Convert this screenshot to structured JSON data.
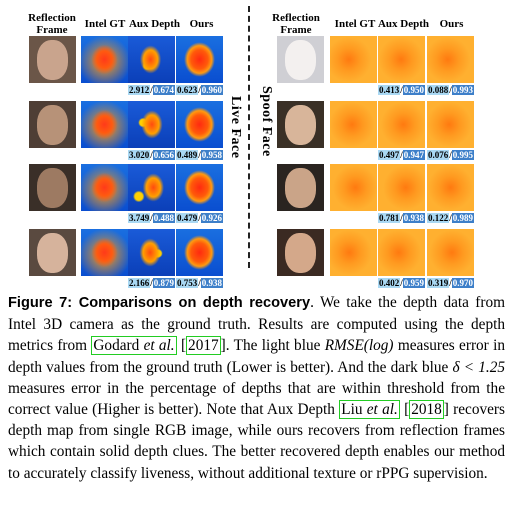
{
  "headers": {
    "reflection": "Reflection Frame",
    "intel": "Intel GT",
    "aux": "Aux Depth",
    "ours": "Ours"
  },
  "side_labels": {
    "live": "Live Face",
    "spoof": "Spoof Face"
  },
  "live_rows": [
    {
      "aux_rmse": "2.912",
      "aux_delta": "0.674",
      "ours_rmse": "0.623",
      "ours_delta": "0.960"
    },
    {
      "aux_rmse": "3.020",
      "aux_delta": "0.656",
      "ours_rmse": "0.489",
      "ours_delta": "0.958"
    },
    {
      "aux_rmse": "3.749",
      "aux_delta": "0.488",
      "ours_rmse": "0.479",
      "ours_delta": "0.926"
    },
    {
      "aux_rmse": "2.166",
      "aux_delta": "0.879",
      "ours_rmse": "0.753",
      "ours_delta": "0.938"
    }
  ],
  "spoof_rows": [
    {
      "aux_rmse": "0.413",
      "aux_delta": "0.950",
      "ours_rmse": "0.088",
      "ours_delta": "0.993"
    },
    {
      "aux_rmse": "0.497",
      "aux_delta": "0.947",
      "ours_rmse": "0.076",
      "ours_delta": "0.995"
    },
    {
      "aux_rmse": "0.781",
      "aux_delta": "0.938",
      "ours_rmse": "0.122",
      "ours_delta": "0.989"
    },
    {
      "aux_rmse": "0.402",
      "aux_delta": "0.959",
      "ours_rmse": "0.319",
      "ours_delta": "0.970"
    }
  ],
  "caption": {
    "title": "Figure 7: Comparisons on depth recovery",
    "p1": ". We take the depth data from Intel 3D camera as the ground truth. Results are computed using the depth metrics from ",
    "cite1_name": "Godard ",
    "cite1_etal": "et al.",
    "cite1_year": "2017",
    "p2": ". The light blue ",
    "rmse": "RMSE(log)",
    "p3": " measures error in depth values from the ground truth (Lower is better). And the dark blue ",
    "delta": "δ < 1.25",
    "p4": " measures error in the percentage of depths that are within threshold from the correct value (Higher is better). Note that Aux Depth ",
    "cite2_name": "Liu ",
    "cite2_etal": "et al.",
    "cite2_year": "2018",
    "p5": " recovers depth map from single RGB image, while ours recovers from reflection frames which contain solid depth clues. The better recovered depth enables our method to accurately classify liveness, without additional texture or rPPG supervision."
  }
}
